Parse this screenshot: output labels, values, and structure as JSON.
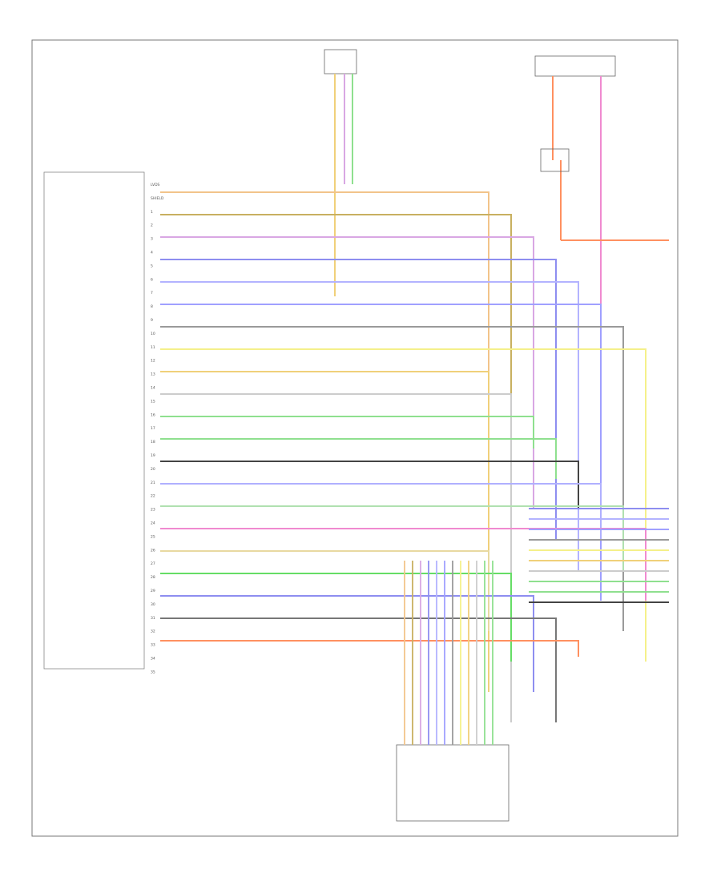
{
  "figure": {
    "id_label": "",
    "note": ""
  },
  "module_pins": [
    "LVDS",
    "SHIELD",
    "1",
    "2",
    "3",
    "4",
    "5",
    "6",
    "7",
    "8",
    "9",
    "10",
    "11",
    "12",
    "13",
    "14",
    "15",
    "16",
    "17",
    "18",
    "19",
    "20",
    "21",
    "22",
    "23",
    "24",
    "25",
    "26",
    "27",
    "28",
    "29",
    "30",
    "31",
    "32",
    "33",
    "34",
    "35"
  ],
  "wires": [
    {
      "color": "#f2c48a"
    },
    {
      "color": "#c8b060"
    },
    {
      "color": "#d9a7e3"
    },
    {
      "color": "#8e8ef0"
    },
    {
      "color": "#b3b3ff"
    },
    {
      "color": "#a0a0ff"
    },
    {
      "color": "#9a9a9a"
    },
    {
      "color": "#f5f08a"
    },
    {
      "color": "#f0d07a"
    },
    {
      "color": "#cccccc"
    },
    {
      "color": "#8fe08f"
    },
    {
      "color": "#8fe08f"
    },
    {
      "color": "#444444"
    },
    {
      "color": "#b0b0ff"
    },
    {
      "color": "#b0e0b0"
    },
    {
      "color": "#f08ad0"
    },
    {
      "color": "#e8d9a0"
    },
    {
      "color": "#66dd66"
    },
    {
      "color": "#8e8ef0"
    },
    {
      "color": "#777777"
    },
    {
      "color": "#ff9060"
    }
  ]
}
